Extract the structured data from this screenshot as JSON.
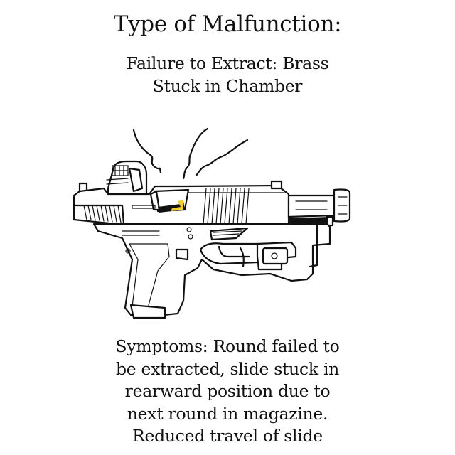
{
  "title": "Type of Malfunction:",
  "malfunction": {
    "lines": [
      "Failure to Extract: Brass",
      "Stuck in Chamber"
    ]
  },
  "illustration": {
    "subject": "pistol-with-slide-locked-rearward",
    "highlight_color": "#f2d027",
    "stroke_color": "#111111"
  },
  "symptoms": {
    "lines": [
      "Symptoms: Round failed to",
      "be extracted, slide stuck in",
      "rearward position due to",
      "next round in magazine.",
      "Reduced travel of slide"
    ]
  }
}
